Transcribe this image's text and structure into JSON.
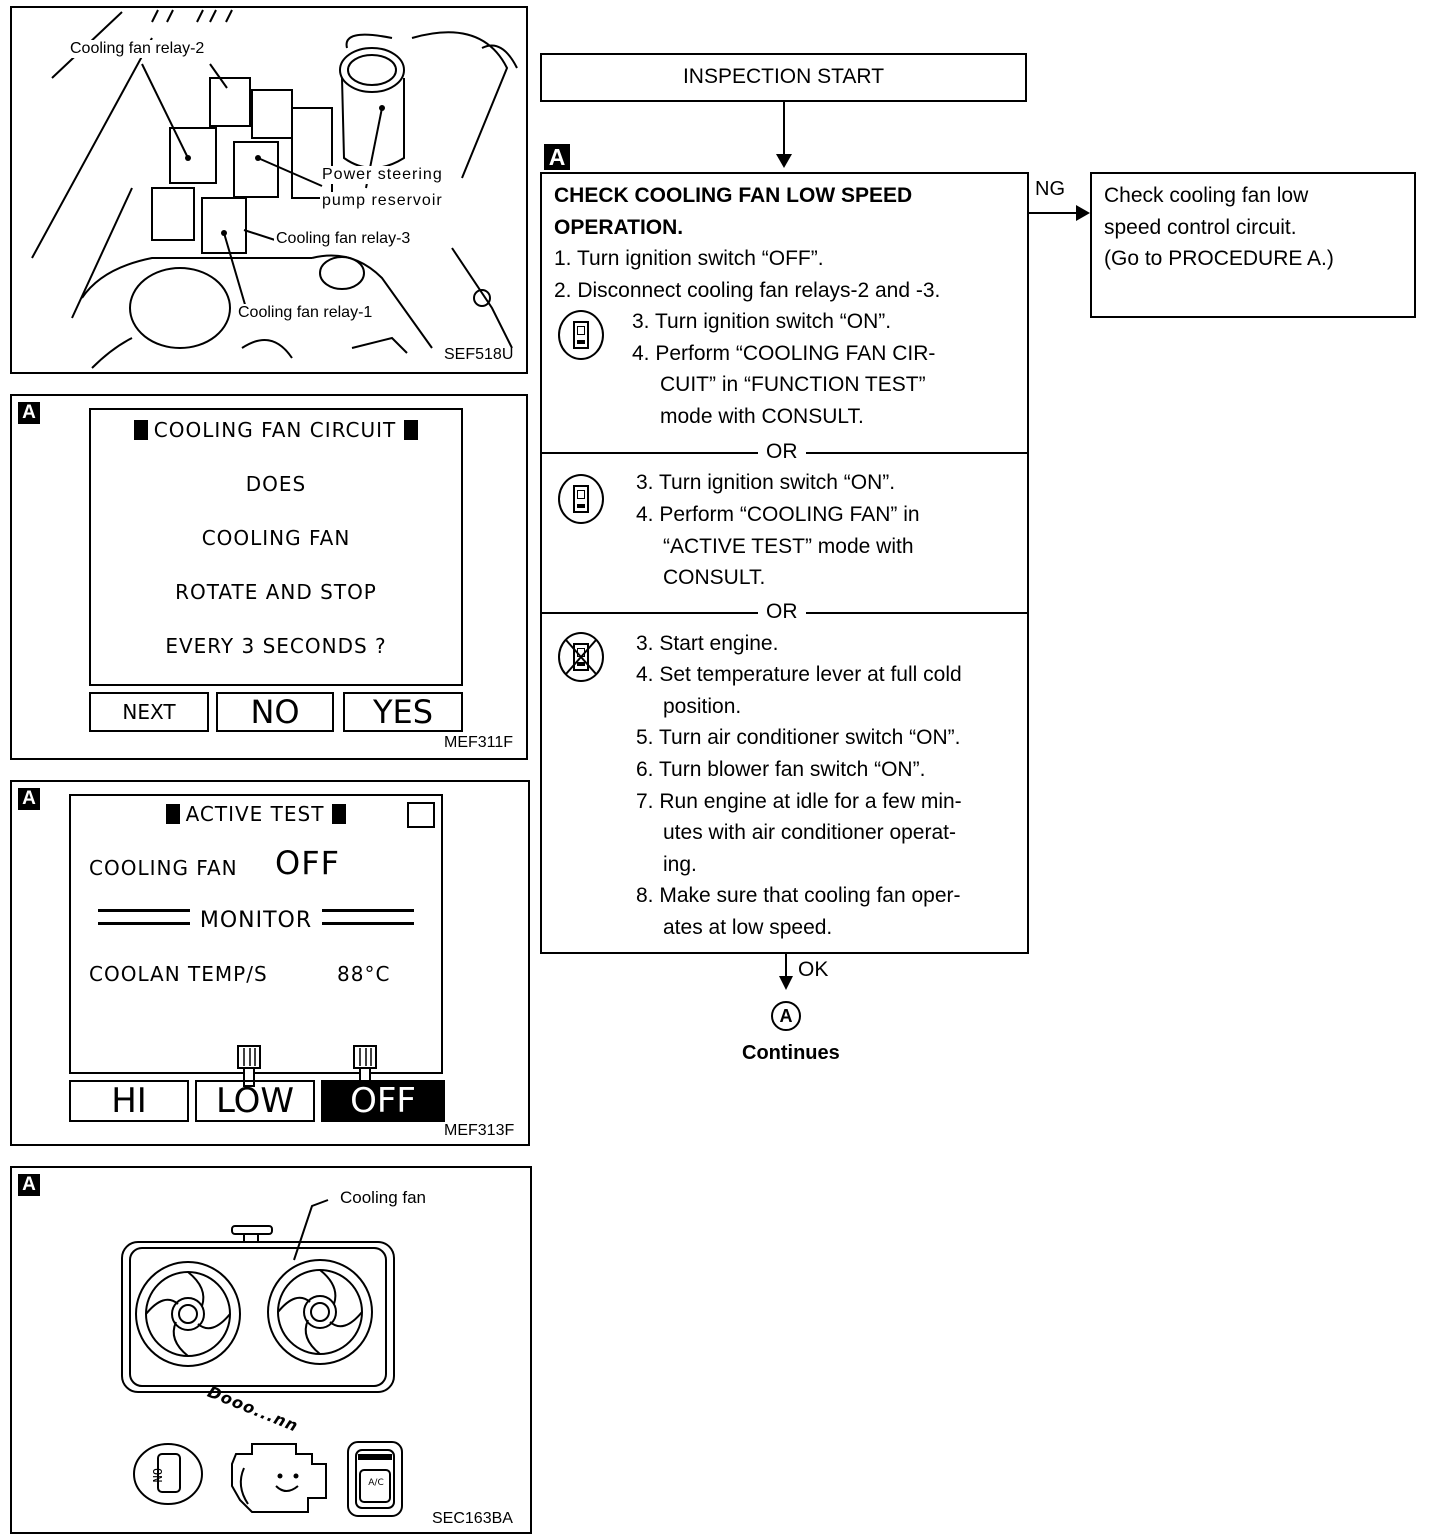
{
  "figure1": {
    "callouts": {
      "relay2": "Cooling fan relay-2",
      "ps_line1": "Power steering",
      "ps_line2": "pump reservoir",
      "relay3": "Cooling fan relay-3",
      "relay1": "Cooling fan relay-1"
    },
    "code": "SEF518U"
  },
  "figure2": {
    "tag": "A",
    "title": "COOLING FAN CIRCUIT",
    "lines": [
      "DOES",
      "COOLING FAN",
      "ROTATE AND STOP",
      "EVERY 3 SECONDS ?"
    ],
    "buttons": {
      "next": "NEXT",
      "no": "NO",
      "yes": "YES"
    },
    "code": "MEF311F"
  },
  "figure3": {
    "tag": "A",
    "title": "ACTIVE TEST",
    "item_label": "COOLING FAN",
    "item_value": "OFF",
    "monitor_label": "MONITOR",
    "temp_label": "COOLAN TEMP/S",
    "temp_value": "88°C",
    "buttons": {
      "hi": "HI",
      "low": "LOW",
      "off": "OFF"
    },
    "code": "MEF313F"
  },
  "figure4": {
    "tag": "A",
    "callout": "Cooling fan",
    "sound": "Dooo...nn",
    "key_label": "ON",
    "ac_label": "A/C",
    "code": "SEC163BA"
  },
  "flowchart": {
    "start": "INSPECTION START",
    "tag": "A",
    "title_line1": "CHECK COOLING FAN LOW SPEED",
    "title_line2": "OPERATION.",
    "common_steps": [
      "1. Turn ignition switch “OFF”.",
      "2. Disconnect cooling fan relays-2 and -3."
    ],
    "consult_function": [
      "3. Turn ignition switch “ON”.",
      "4. Perform “COOLING FAN CIR-",
      "CUIT” in “FUNCTION TEST”",
      "mode with CONSULT."
    ],
    "or1": "OR",
    "consult_active": [
      "3. Turn ignition switch “ON”.",
      "4. Perform “COOLING FAN” in",
      "“ACTIVE TEST” mode with",
      "CONSULT."
    ],
    "or2": "OR",
    "no_tools": [
      "3. Start engine.",
      "4. Set temperature lever at full cold",
      "position.",
      "5. Turn air conditioner switch “ON”.",
      "6. Turn blower fan switch “ON”.",
      "7. Run engine at idle for a few min-",
      "utes with air conditioner operat-",
      "ing.",
      "8. Make sure that cooling fan oper-",
      "ates at low speed."
    ],
    "ng_label": "NG",
    "ng_box": [
      "Check cooling fan low",
      "speed control circuit.",
      "(Go to PROCEDURE A.)"
    ],
    "ok_label": "OK",
    "connector": "A",
    "continues": "Continues"
  },
  "colors": {
    "ink": "#000000",
    "paper": "#ffffff"
  }
}
